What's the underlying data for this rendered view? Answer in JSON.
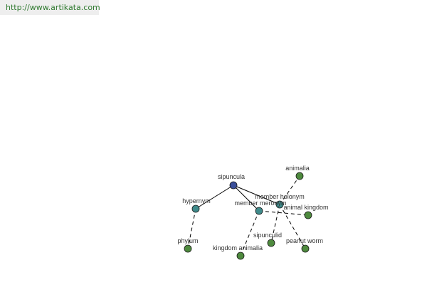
{
  "header": {
    "url_text": "http://www.artikata.com"
  },
  "colors": {
    "url_text": "#2f7a2f",
    "root_node": "#3a4f9a",
    "relation_node": "#3f8a8a",
    "leaf_node": "#4e8a3e",
    "edge": "#000000",
    "node_outline": "#1a1a1a"
  },
  "graph": {
    "nodes": [
      {
        "id": "sipuncula",
        "label": "sipuncula",
        "kind": "root"
      },
      {
        "id": "hypernym",
        "label": "hypernym",
        "kind": "relation"
      },
      {
        "id": "member-meronym",
        "label": "member meronym",
        "kind": "relation"
      },
      {
        "id": "member-holonym",
        "label": "member holonym",
        "kind": "relation"
      },
      {
        "id": "phylum",
        "label": "phylum",
        "kind": "leaf"
      },
      {
        "id": "kingdom-animalia",
        "label": "kingdom animalia",
        "kind": "leaf"
      },
      {
        "id": "sipunculid",
        "label": "sipunculid",
        "kind": "leaf"
      },
      {
        "id": "peanut-worm",
        "label": "peanut worm",
        "kind": "leaf"
      },
      {
        "id": "animal-kingdom",
        "label": "animal kingdom",
        "kind": "leaf"
      },
      {
        "id": "animalia",
        "label": "animalia",
        "kind": "leaf"
      }
    ],
    "edges": [
      {
        "from": "sipuncula",
        "to": "hypernym",
        "style": "solid"
      },
      {
        "from": "sipuncula",
        "to": "member-meronym",
        "style": "solid"
      },
      {
        "from": "sipuncula",
        "to": "member-holonym",
        "style": "solid"
      },
      {
        "from": "hypernym",
        "to": "phylum",
        "style": "dashed"
      },
      {
        "from": "member-meronym",
        "to": "kingdom-animalia",
        "style": "dashed"
      },
      {
        "from": "member-meronym",
        "to": "animal-kingdom",
        "style": "dashed"
      },
      {
        "from": "member-holonym",
        "to": "sipunculid",
        "style": "dashed"
      },
      {
        "from": "member-holonym",
        "to": "peanut-worm",
        "style": "dashed"
      },
      {
        "from": "member-holonym",
        "to": "animalia",
        "style": "dashed"
      }
    ]
  }
}
